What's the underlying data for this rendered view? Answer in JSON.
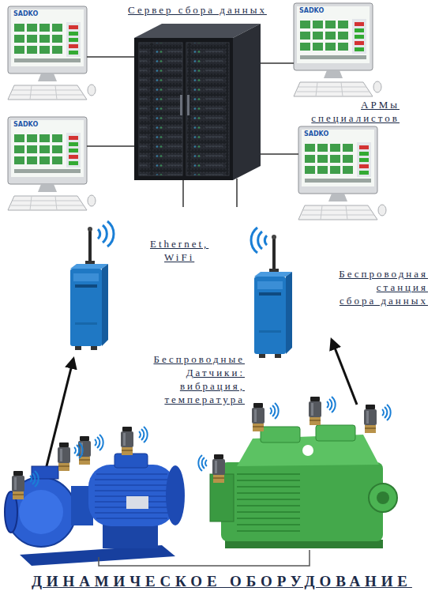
{
  "diagram": {
    "nodes": [
      {
        "text": [
          "Сервер сбора данных"
        ]
      },
      {
        "text": [
          "SADKO"
        ]
      },
      {
        "text": [
          "SADKO"
        ]
      },
      {
        "text": [
          "SADKO"
        ]
      },
      {
        "text": [
          "SADKO"
        ]
      }
    ],
    "edges": [
      {
        "from": 0,
        "to": 1,
        "arrow": "none"
      },
      {
        "from": 0,
        "to": 2,
        "arrow": "none"
      },
      {
        "from": 0,
        "to": 3,
        "arrow": "none"
      },
      {
        "from": 0,
        "to": 4,
        "arrow": "none"
      }
    ],
    "labels": [
      "АРМы специалистов",
      "Ethernet, WiFi",
      "Беспроводная станция сбора данных",
      "Беспроводные Датчики: вибрация, температура",
      "ДИНАМИЧЕСКОЕ ОБОРУДОВАНИЕ"
    ]
  }
}
